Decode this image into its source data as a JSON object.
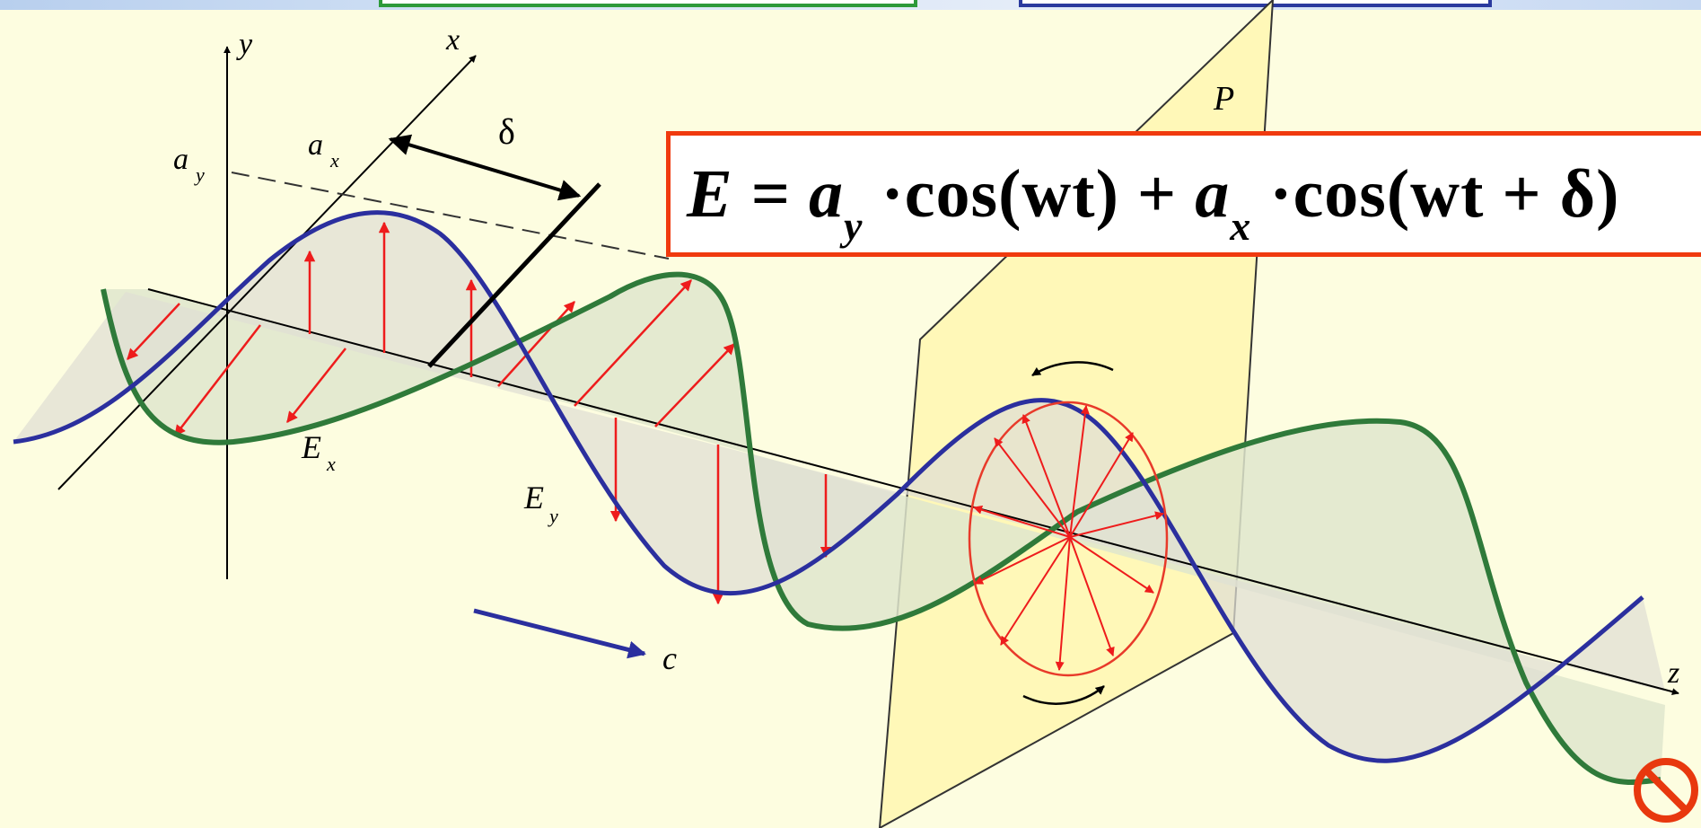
{
  "labels": {
    "y_axis": "y",
    "x_axis": "x",
    "z_axis": "z",
    "ay": "a",
    "ay_sub": "y",
    "ax": "a",
    "ax_sub": "x",
    "delta": "δ",
    "P": "P",
    "Ex": "E",
    "Ex_sub": "x",
    "Ey": "E",
    "Ey_sub": "y",
    "c": "c"
  },
  "formula": {
    "E": "E",
    "eq": " = ",
    "a1": "a",
    "a1_sub": "y",
    "term1": " ·cos(wt) + ",
    "a2": "a",
    "a2_sub": "x",
    "term2": " ·cos(wt + δ)"
  },
  "colors": {
    "blue_wave": "#2b2f9e",
    "green_wave": "#2f7a3a",
    "field_arrows": "#ee1c1c",
    "plane": "#fff8b8",
    "formula_border": "#f03a0e",
    "top_box_green": "#2e9a3a",
    "top_box_blue": "#2b3a9e"
  },
  "icons": [
    "no-entry-icon"
  ]
}
